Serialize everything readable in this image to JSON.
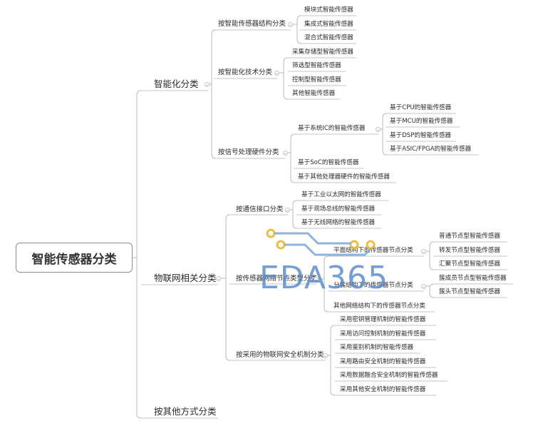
{
  "root": {
    "label": "智能传感器分类"
  },
  "branches": [
    {
      "label": "智能化分类",
      "children": [
        {
          "label": "按智能传感器结构分类",
          "children": [
            {
              "label": "模块式智能传感器"
            },
            {
              "label": "集成式智能传感器"
            },
            {
              "label": "混合式智能传感器"
            }
          ]
        },
        {
          "label": "按智能化技术分类",
          "children": [
            {
              "label": "采集存储型智能传感器"
            },
            {
              "label": "筛选型智能传感器"
            },
            {
              "label": "控制型智能传感器"
            },
            {
              "label": "其他智能传感器"
            }
          ]
        },
        {
          "label": "按信号处理硬件分类",
          "children": [
            {
              "label": "基于系统IC的智能传感器",
              "children": [
                {
                  "label": "基于CPU的智能传感器"
                },
                {
                  "label": "基于MCU的智能传感器"
                },
                {
                  "label": "基于DSP的智能传感器"
                },
                {
                  "label": "基于ASIC/FPGA的智能传感器"
                }
              ]
            },
            {
              "label": "基于SoC的智能传感器"
            },
            {
              "label": "基于其他处理器硬件的智能传感器"
            }
          ]
        }
      ]
    },
    {
      "label": "物联网相关分类",
      "children": [
        {
          "label": "按通信接口分类",
          "children": [
            {
              "label": "基于工业以太网的智能传感器"
            },
            {
              "label": "基于现场总线的智能传感器"
            },
            {
              "label": "基于无线网络的智能传感器"
            }
          ]
        },
        {
          "label": "按传感器网络节点类型分类",
          "children": [
            {
              "label": "平面结构下的传感器节点分类",
              "children": [
                {
                  "label": "普通节点型智能传感器"
                },
                {
                  "label": "转发节点型智能传感器"
                },
                {
                  "label": "汇聚节点型智能传感器"
                }
              ]
            },
            {
              "label": "分簇结构下的传感器节点分类",
              "children": [
                {
                  "label": "簇成员节点型智能传感器"
                },
                {
                  "label": "簇头节点型智能传感器"
                }
              ]
            },
            {
              "label": "其他网络结构下的传感器节点分类"
            }
          ]
        },
        {
          "label": "按采用的物联网安全机制分类",
          "children": [
            {
              "label": "采用密钥管理机制的智能传感器"
            },
            {
              "label": "采用访问控制机制的智能传感器"
            },
            {
              "label": "采用鉴别机制的智能传感器"
            },
            {
              "label": "采用路由安全机制的智能传感器"
            },
            {
              "label": "采用数据融合安全机制的智能传感器"
            },
            {
              "label": "采用其他安全机制的智能传感器"
            }
          ]
        }
      ]
    },
    {
      "label": "按其他方式分类",
      "children": []
    }
  ],
  "watermark": {
    "text": "EDA365",
    "color": "#4f85c8",
    "accent": "#e8b830"
  },
  "colors": {
    "line": "#b9b9b9",
    "underline": "#c4c4c4"
  }
}
